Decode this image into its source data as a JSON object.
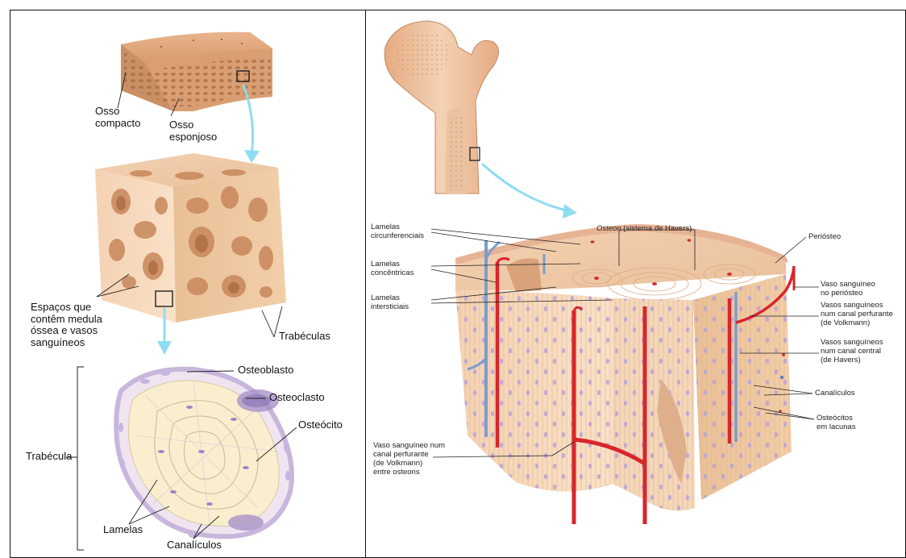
{
  "left_panel": {
    "labels": {
      "osso_compacto": "Osso\ncompacto",
      "osso_esponjoso": "Osso\nesponjoso",
      "espacos": "Espaços que\ncontêm medula\nóssea e vasos\nsanguíneos",
      "trabeculas": "Trabéculas",
      "osteoblasto": "Osteoblasto",
      "osteoclasto": "Osteoclasto",
      "osteocito": "Osteócito",
      "trabecula": "Trabécula",
      "lamelas": "Lamelas",
      "canaliculos": "Canalículos"
    }
  },
  "right_panel": {
    "labels": {
      "osteon_italic": "Osteon",
      "osteon_rest": " (sistema de Havers)",
      "lamelas_circ": "Lamelas\ncircunferenciais",
      "lamelas_conc": "Lamelas\nconcêntricas",
      "lamelas_inter": "Lamelas\nintersticiais",
      "periosteo": "Periósteo",
      "vaso_periosteo": "Vaso sanguíneo\nno periósteo",
      "vasos_volkmann": "Vasos sanguíneos\nnum canal perfurante\n(de Volkmann)",
      "vasos_havers": "Vasos sanguíneos\nnum canal central\n(de Havers)",
      "canaliculos": "Canalículos",
      "osteocitos": "Osteócitos\nem lacunas",
      "vaso_volkmann_entre": "Vaso sanguíneo num\ncanal perfurante\n(de Volkmann)\nentre osteons"
    }
  },
  "colors": {
    "bone_light": "#f6dcc0",
    "bone_mid": "#e9b98e",
    "bone_dark": "#c98a5c",
    "vessel_red": "#d8262c",
    "vessel_blue": "#6f93c9",
    "cell_purple": "#b9a3d6",
    "arrow_cyan": "#7fd6ee",
    "leader": "#222222"
  }
}
